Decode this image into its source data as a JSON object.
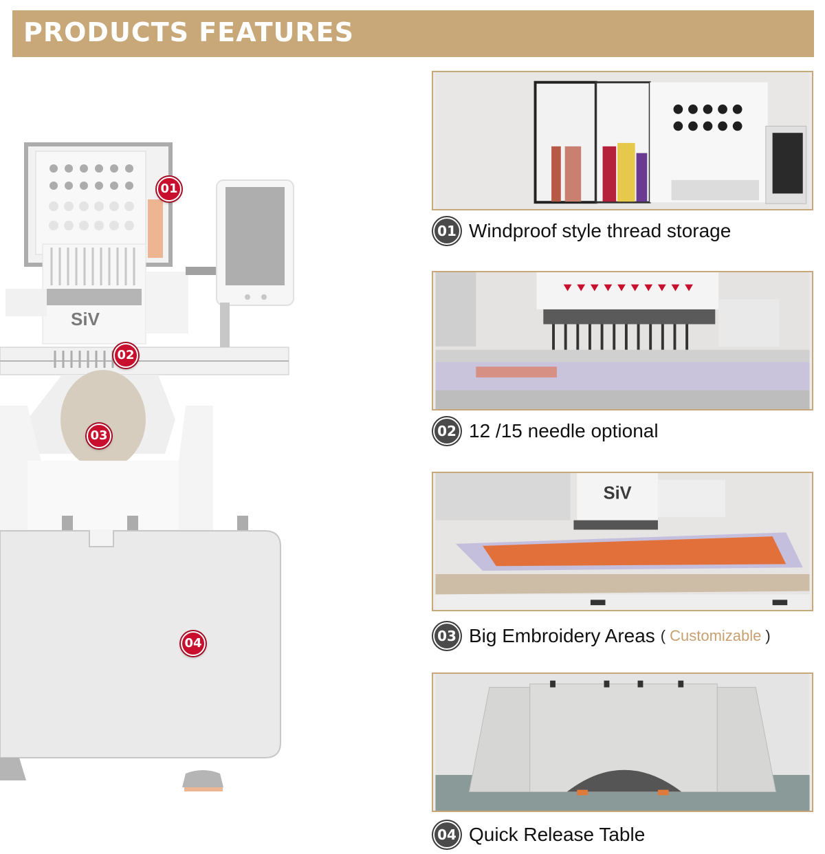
{
  "header": {
    "title": "PRODUCTS FEATURES"
  },
  "machine": {
    "brand": "SiV",
    "markers": [
      "01",
      "02",
      "03",
      "04"
    ]
  },
  "features": [
    {
      "num": "01",
      "text": "Windproof style thread storage"
    },
    {
      "num": "02",
      "text": "12 /15 needle optional"
    },
    {
      "num": "03",
      "text": "Big Embroidery Areas",
      "note_open": "(",
      "note": "Customizable",
      "note_close": ")"
    },
    {
      "num": "04",
      "text": "Quick Release Table"
    }
  ],
  "photo_brand": "SiV",
  "colors": {
    "banner": "#c8a878",
    "marker": "#c8102e",
    "number_badge": "#4a4a4a",
    "accent": "#c8a070"
  }
}
